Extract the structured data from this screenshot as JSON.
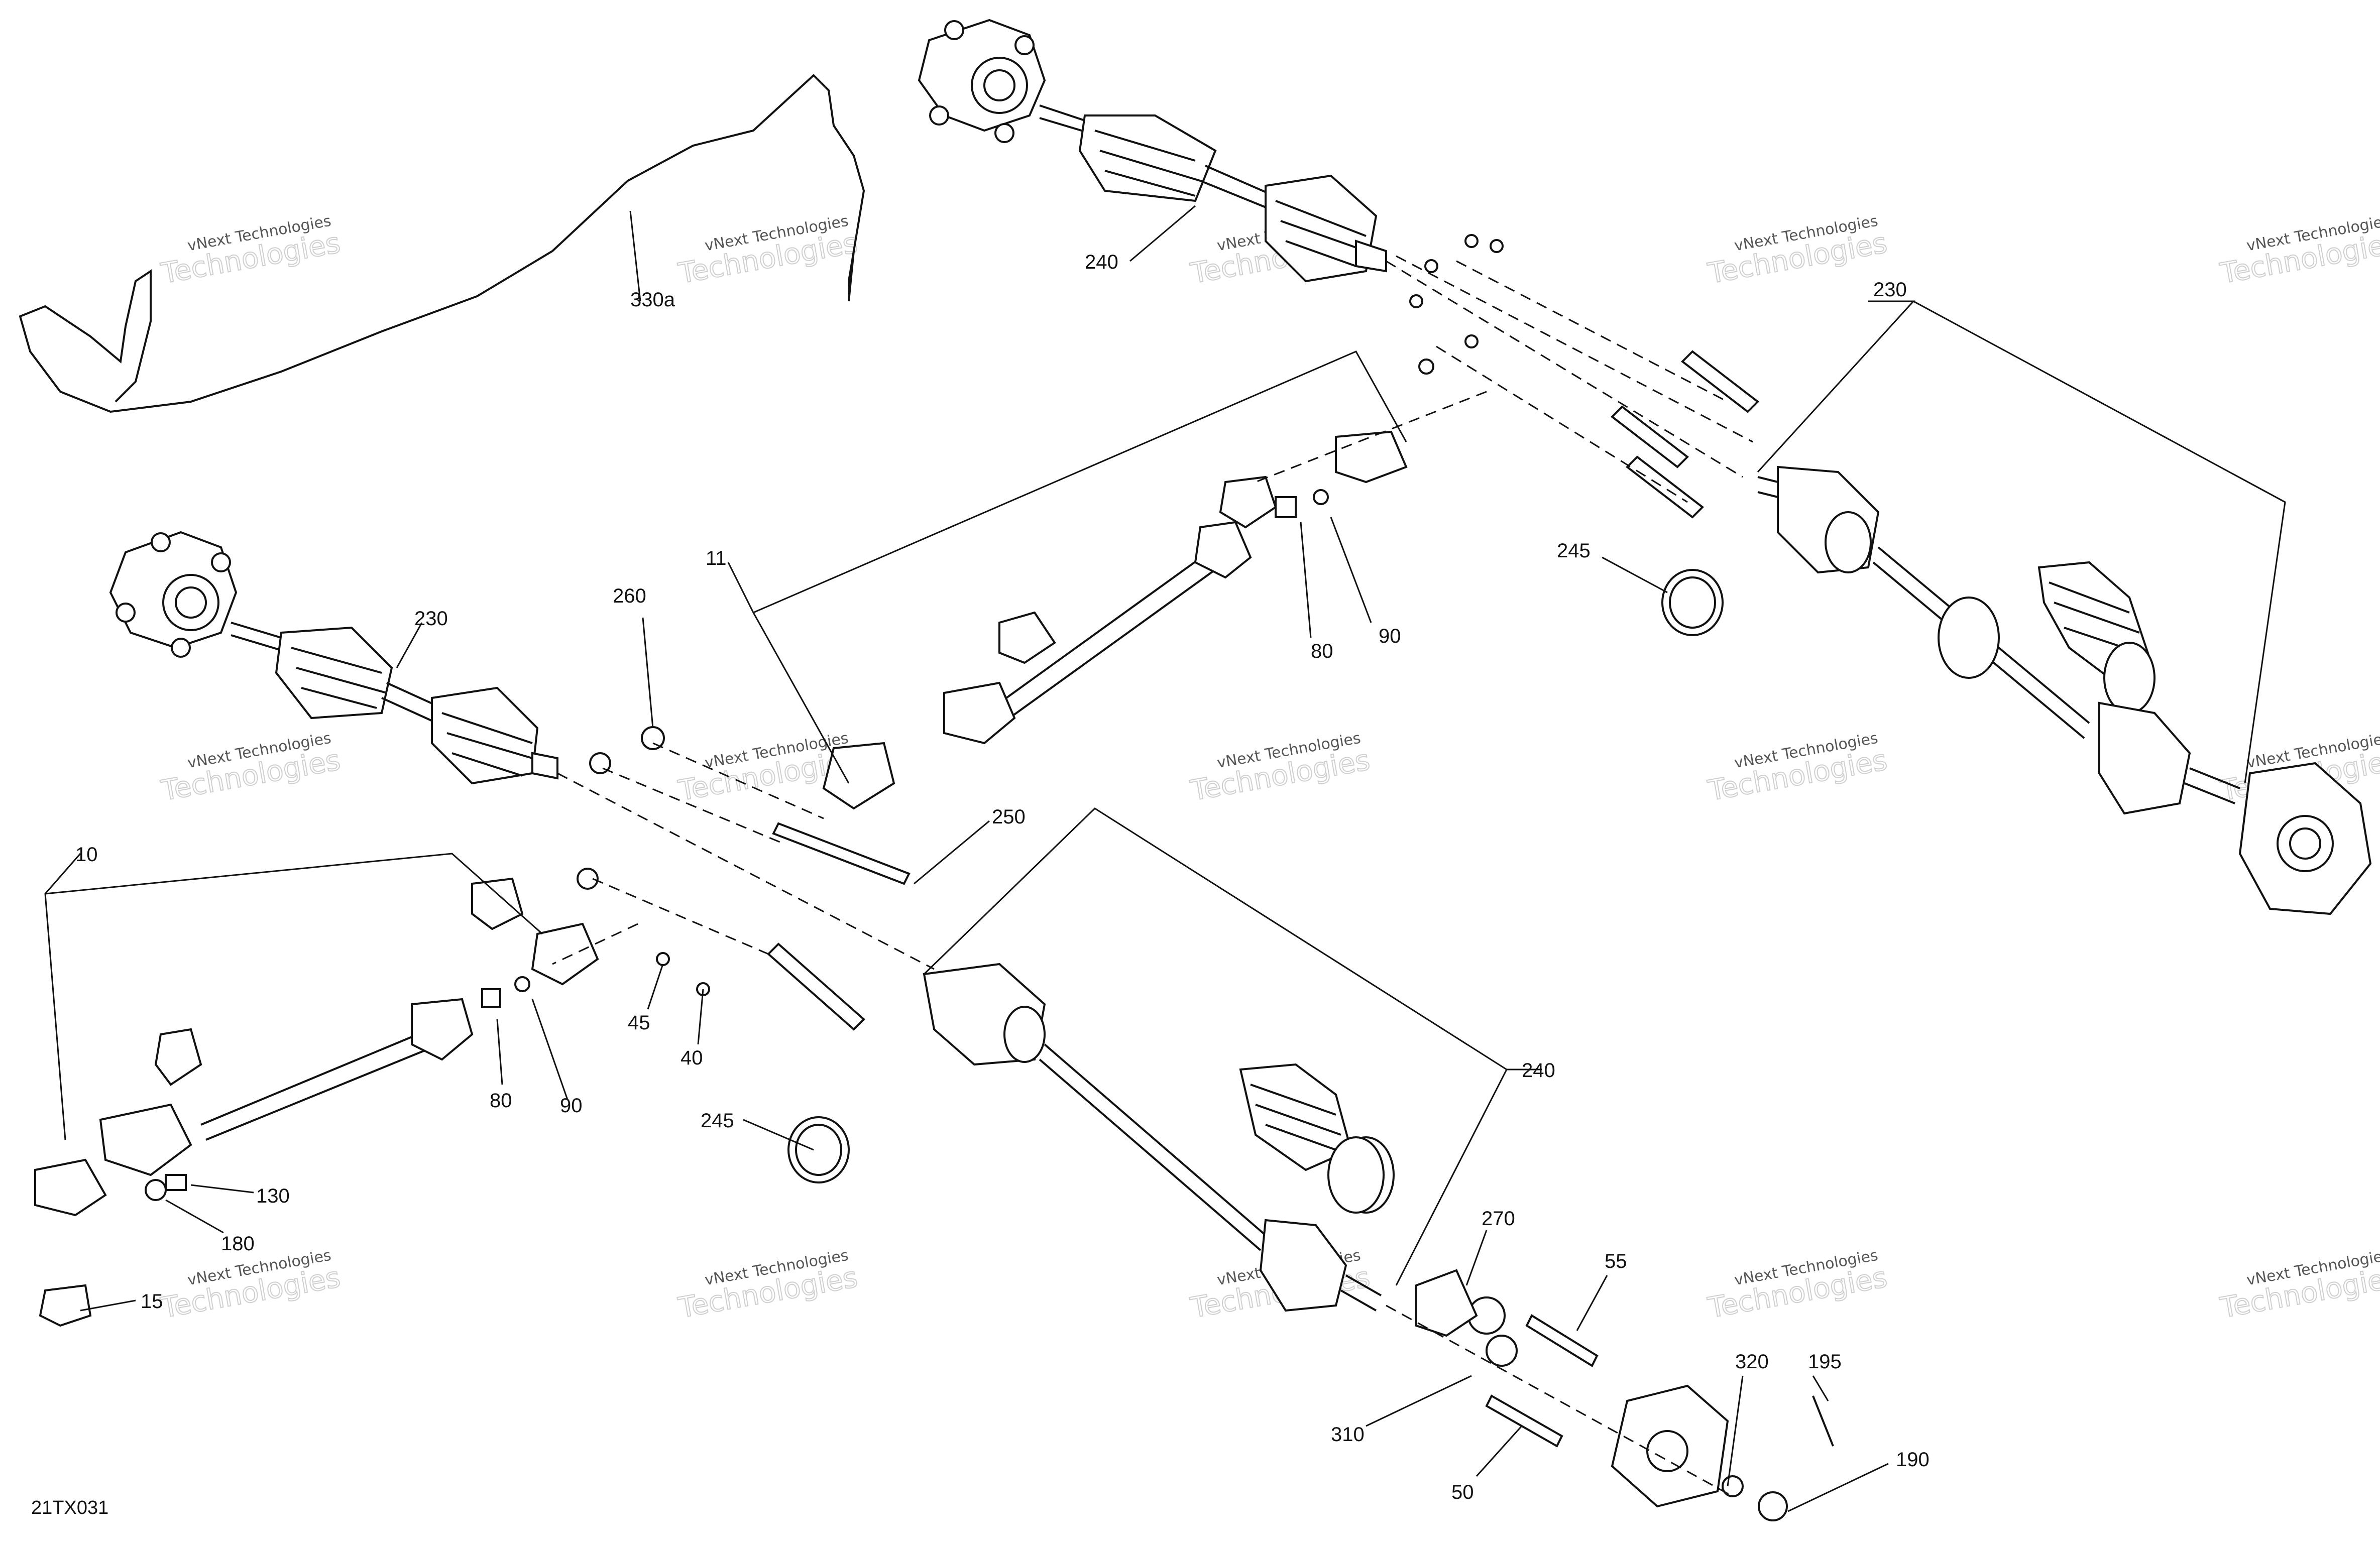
{
  "diagram": {
    "reference_code": "21TX031",
    "watermark": {
      "line1": "vNext Technologies",
      "line2": "Technologies",
      "overlay": "vNext"
    },
    "callouts": [
      {
        "id": "330a",
        "label": "330a"
      },
      {
        "id": "240-top",
        "label": "240"
      },
      {
        "id": "230-right",
        "label": "230"
      },
      {
        "id": "11",
        "label": "11"
      },
      {
        "id": "80-top",
        "label": "80"
      },
      {
        "id": "90-top",
        "label": "90"
      },
      {
        "id": "245-top",
        "label": "245"
      },
      {
        "id": "230-left",
        "label": "230"
      },
      {
        "id": "260",
        "label": "260"
      },
      {
        "id": "250",
        "label": "250"
      },
      {
        "id": "10",
        "label": "10"
      },
      {
        "id": "45",
        "label": "45"
      },
      {
        "id": "40",
        "label": "40"
      },
      {
        "id": "80-bottom",
        "label": "80"
      },
      {
        "id": "90-bottom",
        "label": "90"
      },
      {
        "id": "245-bottom",
        "label": "245"
      },
      {
        "id": "240-bottom",
        "label": "240"
      },
      {
        "id": "130",
        "label": "130"
      },
      {
        "id": "180",
        "label": "180"
      },
      {
        "id": "15",
        "label": "15"
      },
      {
        "id": "270",
        "label": "270"
      },
      {
        "id": "55",
        "label": "55"
      },
      {
        "id": "320",
        "label": "320"
      },
      {
        "id": "195",
        "label": "195"
      },
      {
        "id": "310",
        "label": "310"
      },
      {
        "id": "50",
        "label": "50"
      },
      {
        "id": "190",
        "label": "190"
      }
    ]
  }
}
